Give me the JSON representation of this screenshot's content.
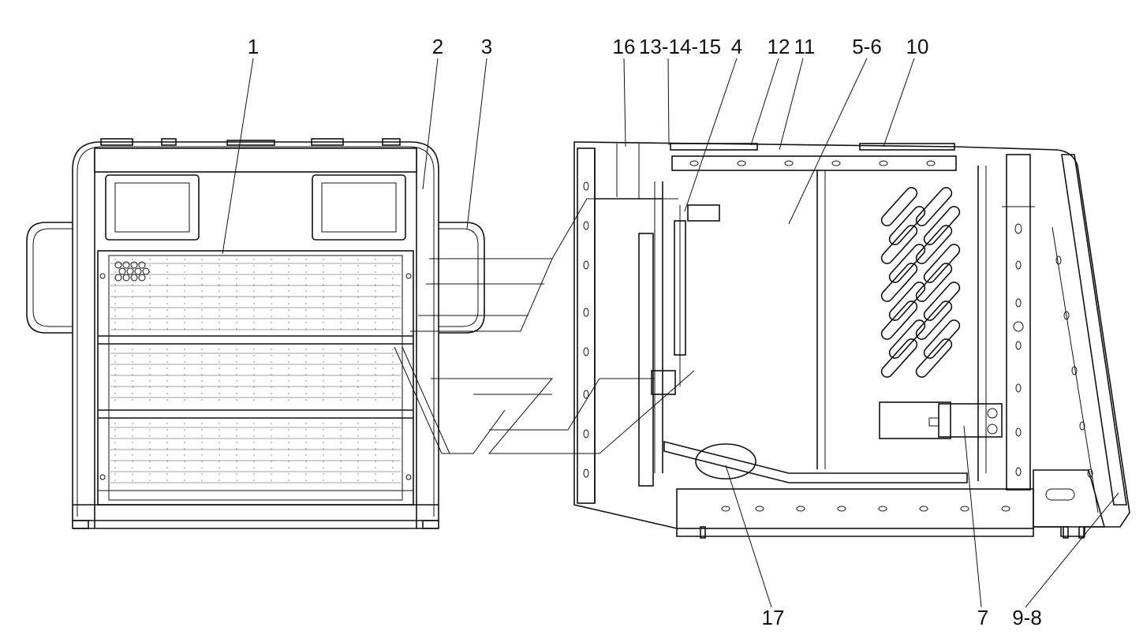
{
  "callouts": [
    {
      "id": "c1",
      "text": "1"
    },
    {
      "id": "c2",
      "text": "2"
    },
    {
      "id": "c3",
      "text": "3"
    },
    {
      "id": "c16",
      "text": "16"
    },
    {
      "id": "c13",
      "text": "13-14-15"
    },
    {
      "id": "c4",
      "text": "4"
    },
    {
      "id": "c12",
      "text": "12"
    },
    {
      "id": "c11",
      "text": "11"
    },
    {
      "id": "c56",
      "text": "5-6"
    },
    {
      "id": "c10",
      "text": "10"
    },
    {
      "id": "c17",
      "text": "17"
    },
    {
      "id": "c7",
      "text": "7"
    },
    {
      "id": "c98",
      "text": "9-8"
    }
  ]
}
